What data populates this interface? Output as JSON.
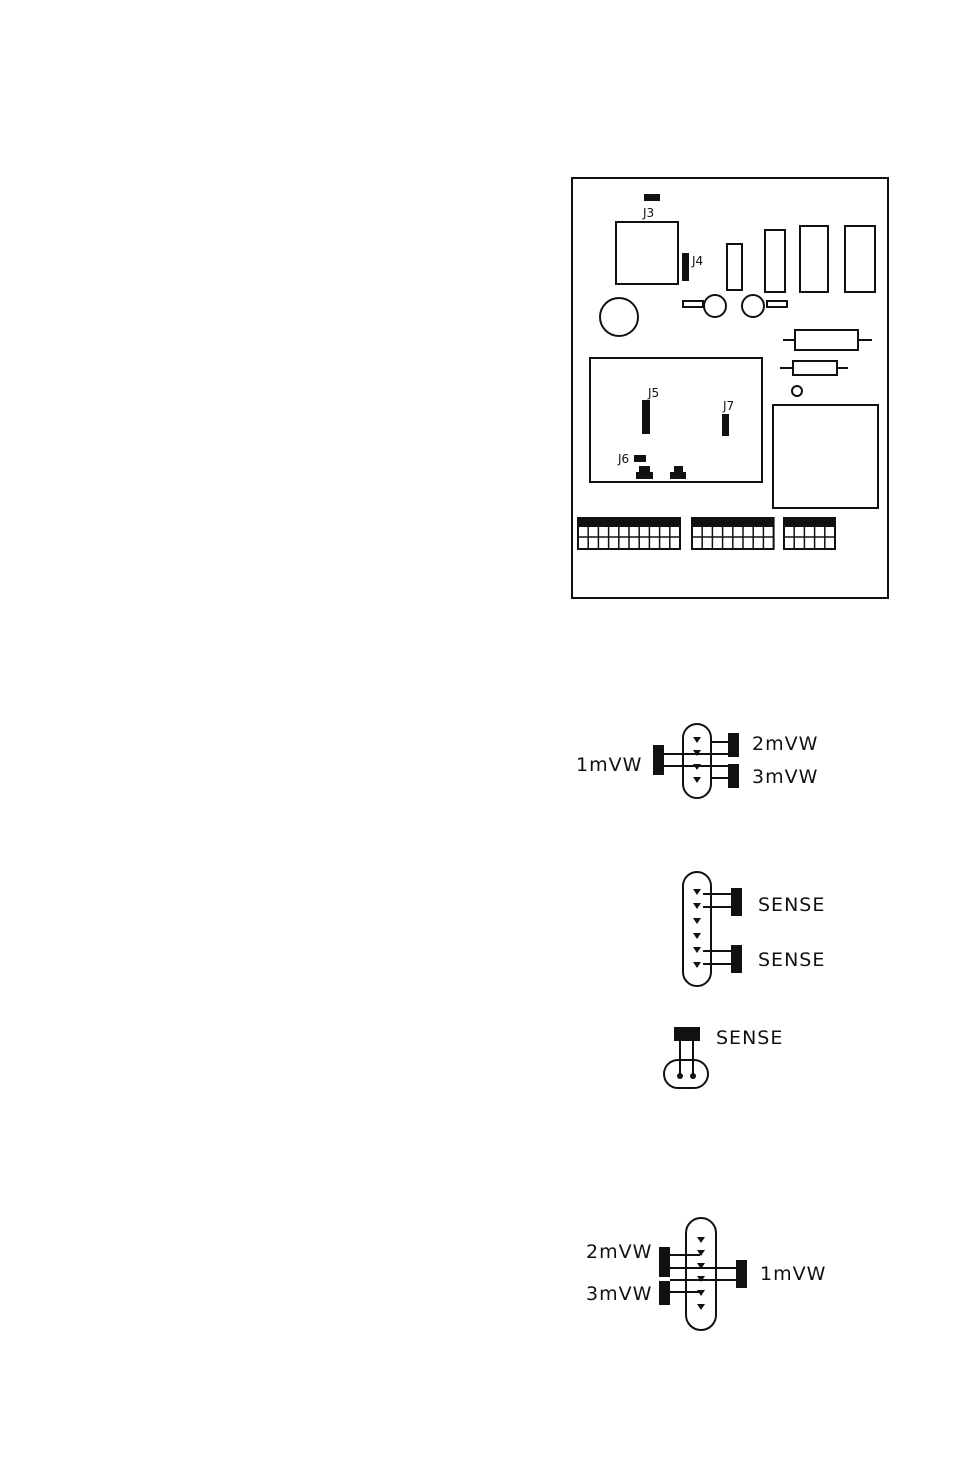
{
  "board": {
    "labels": {
      "j3": "J3",
      "j4": "J4",
      "j5": "J5",
      "j7": "J7",
      "j6": "J6"
    }
  },
  "connector_a": {
    "left": "1mVW",
    "right_top": "2mVW",
    "right_bottom": "3mVW"
  },
  "connector_b": {
    "top": "SENSE",
    "bottom": "SENSE"
  },
  "connector_c": {
    "label": "SENSE"
  },
  "connector_d": {
    "left_top": "2mVW",
    "left_bottom": "3mVW",
    "right": "1mVW"
  }
}
